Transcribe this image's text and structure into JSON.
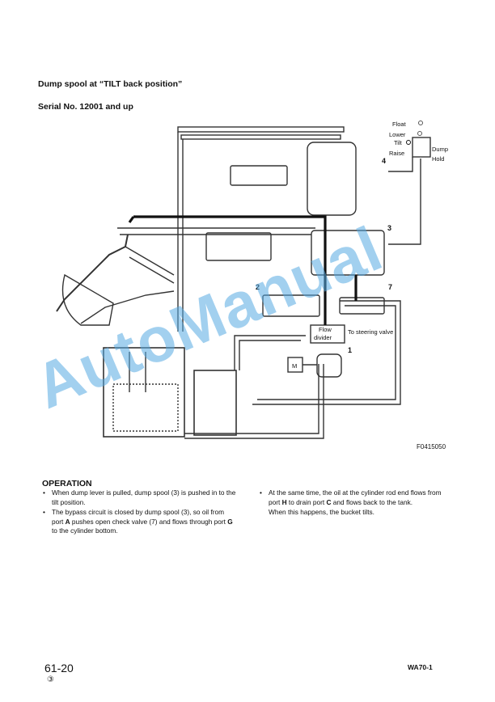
{
  "header": {
    "title": "Dump spool at “TILT back position”",
    "serial": "Serial No. 12001 and up"
  },
  "diagram": {
    "lever_labels": [
      "Float",
      "Lower",
      "Tilt",
      "Raise",
      "Dump",
      "Hold"
    ],
    "callouts": [
      "1",
      "2",
      "3",
      "4",
      "7"
    ],
    "flow_divider": [
      "Flow",
      "divider"
    ],
    "steering": "To steering valve",
    "motor_letter": "M",
    "figure_code": "F0415050"
  },
  "operation": {
    "title": "OPERATION",
    "left_bullets": [
      [
        {
          "t": "When dump lever is pulled, dump spool (3) is pushed in to the tilt position."
        }
      ],
      [
        {
          "t": "The bypass circuit is closed by dump spool (3), so oil from port "
        },
        {
          "t": "A",
          "b": true
        },
        {
          "t": " pushes open check valve (7) and flows through port "
        },
        {
          "t": "G",
          "b": true
        },
        {
          "t": " to the cylinder bottom."
        }
      ]
    ],
    "right_bullets": [
      [
        {
          "t": "At the same time, the oil at the cylinder rod end flows from port "
        },
        {
          "t": "H",
          "b": true
        },
        {
          "t": " to drain port "
        },
        {
          "t": "C",
          "b": true
        },
        {
          "t": " and flows back to the tank."
        }
      ]
    ],
    "right_note": "When this happens, the bucket tilts."
  },
  "footer": {
    "page": "61-20",
    "revision": "③",
    "doc_code": "WA70-1"
  },
  "watermark": "AutoManual"
}
